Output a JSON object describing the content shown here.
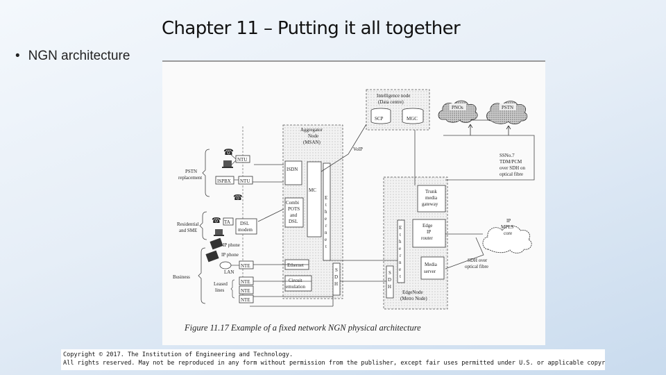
{
  "slide": {
    "title": "Chapter 11 – Putting it all together",
    "bullet": "NGN architecture"
  },
  "diagram": {
    "caption": "Figure 11.17   Example of a fixed network NGN physical architecture",
    "intelligence_node": [
      "Intelligence node",
      "(Data centre)"
    ],
    "scp": "SCP",
    "mgc": "MGC",
    "pnos": "PNOs",
    "pstn": "PSTN",
    "aggregator": [
      "Aggregator",
      "Node",
      "(MSAN)"
    ],
    "voip": "VoIP",
    "ssn7": [
      "SSNo.7",
      "TDM/PCM",
      "over SDH on",
      "optical fibre"
    ],
    "isdn": "ISDN",
    "mc": "MC",
    "ethernet_letters": [
      "E",
      "t",
      "h",
      "e",
      "r",
      "n",
      "e",
      "t"
    ],
    "combi": [
      "Combi",
      "POTS",
      "and",
      "DSL"
    ],
    "ethernet_card": "Ethernet",
    "circuit": [
      "Circuit",
      "emulation"
    ],
    "sdh_letters": [
      "S",
      "D",
      "H"
    ],
    "trunk": [
      "Trunk",
      "media",
      "gateway"
    ],
    "edge_router": [
      "Edge",
      "IP",
      "router"
    ],
    "media_server": [
      "Media",
      "server"
    ],
    "edge_node": [
      "EdgeNode",
      "(Metro Node)"
    ],
    "ip_mpls": [
      "IP",
      "MPLS",
      "core"
    ],
    "sdh_fibre": [
      "SDH over",
      "optical fibre"
    ],
    "pstn_replacement": [
      "PSTN",
      "replacement"
    ],
    "ntu": "NTU",
    "ispbx": "ISPBX",
    "ntu2": "NTU",
    "ta": "TA",
    "dsl_modem": [
      "DSL",
      "modem"
    ],
    "residential": [
      "Residential",
      "and SME"
    ],
    "ip_phone1": "IP phone",
    "ip_phone2": "IP phone",
    "lan": "LAN",
    "business": "Business",
    "leased": [
      "Leased",
      "lines"
    ],
    "nte1": "NTE",
    "nte2": "NTE",
    "nte3": "NTE",
    "nte4": "NTE"
  },
  "footer": {
    "line1": "Copyright © 2017. The Institution of Engineering and Technology.",
    "line2": "All rights reserved. May not be reproduced in any form without permission from the publisher, except fair uses permitted under U.S. or applicable copyright law."
  }
}
